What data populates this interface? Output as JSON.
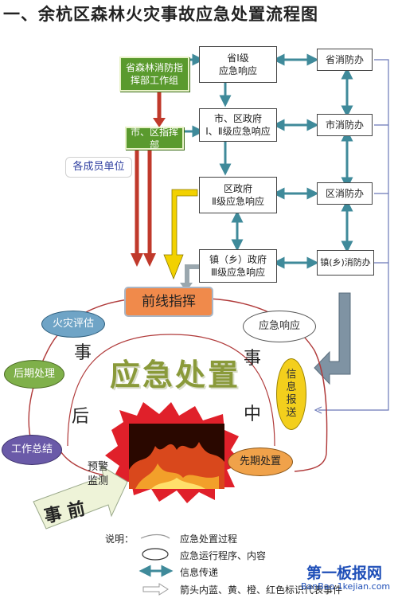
{
  "title": "一、余杭区森林火灾事故应急处置流程图",
  "command_provincial": "省森林消防指\n挥部工作组",
  "command_city": "市、区指挥部",
  "member_units": "各成员单位",
  "response_boxes": [
    "省Ⅰ级\n应急响应",
    "市、区政府\nⅠ、Ⅱ级应急响应",
    "区政府\nⅡ级应急响应",
    "镇（乡）政府\nⅢ级应急响应"
  ],
  "fire_offices": [
    "省消防办",
    "市消防办",
    "区消防办",
    "镇(乡)消防办"
  ],
  "front_command": "前线指挥",
  "center_title": "应急处置",
  "cycle_nodes": {
    "assessment": "火灾评估",
    "aftermath": "后期处理",
    "summary": "工作总结",
    "emergency_response": "应急响应",
    "info_report": "信\n息\n报\n送",
    "initial_disposal": "先期处置",
    "early_warning": "预警\n监测"
  },
  "phases": {
    "after_1": "事",
    "after_2": "后",
    "during_1": "事",
    "during_2": "中",
    "before": "事 前"
  },
  "legend": {
    "title": "说明：",
    "items": [
      "应急处置过程",
      "应急运行程序、内容",
      "信息传递",
      "箭头内蓝、黄、橙、红色标识代表事件"
    ]
  },
  "watermark": "第一板报网",
  "watermark_url": "BanBao.1kejian.com",
  "colors": {
    "green": "#5a9a2e",
    "teal_arrow": "#3f8a9a",
    "red_arrow": "#c0392b",
    "yellow_arrow": "#f2d100",
    "front_orange": "#f08a4b",
    "olive": "#7fb04a",
    "purple": "#6a5aa8",
    "gold": "#f3cf1c",
    "center_text": "#8a9a3a"
  }
}
